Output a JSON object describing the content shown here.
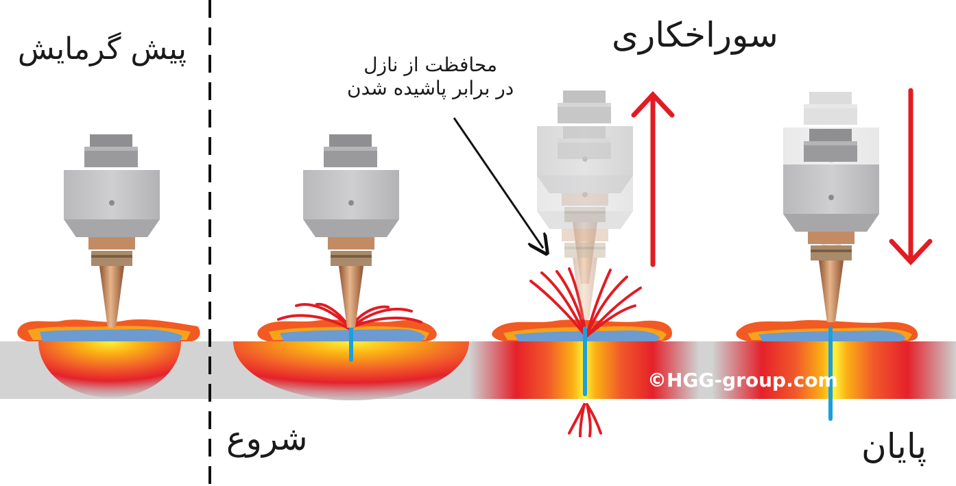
{
  "labels": {
    "preheat": "پیش گرمایش",
    "piercing": "سوراخکاری",
    "start": "شروع",
    "end": "پایان",
    "nozzle_line1": "محافظت از نازل",
    "nozzle_line2": "در برابر پاشیده شدن",
    "copyright": "©HGG-group.com"
  },
  "colors": {
    "plate": "#d3d3d3",
    "arrow": "#e31b23",
    "spark": "#e31b23",
    "hole": "#1aa0dc",
    "torch_body": "#c4c4c6",
    "torch_top": "#8f8f91",
    "nozzle": "#b57a4f",
    "flame_outer": "#f15a22",
    "flame_inner": "#f7a21b",
    "puddle": "#6b9bd1"
  },
  "stages": [
    {
      "name": "preheat",
      "torch_opacity": 1.0
    },
    {
      "name": "start",
      "torch_opacity": 1.0
    },
    {
      "name": "piercing",
      "torch_opacity": 0.6
    },
    {
      "name": "end",
      "torch_opacity": 1.0
    }
  ]
}
